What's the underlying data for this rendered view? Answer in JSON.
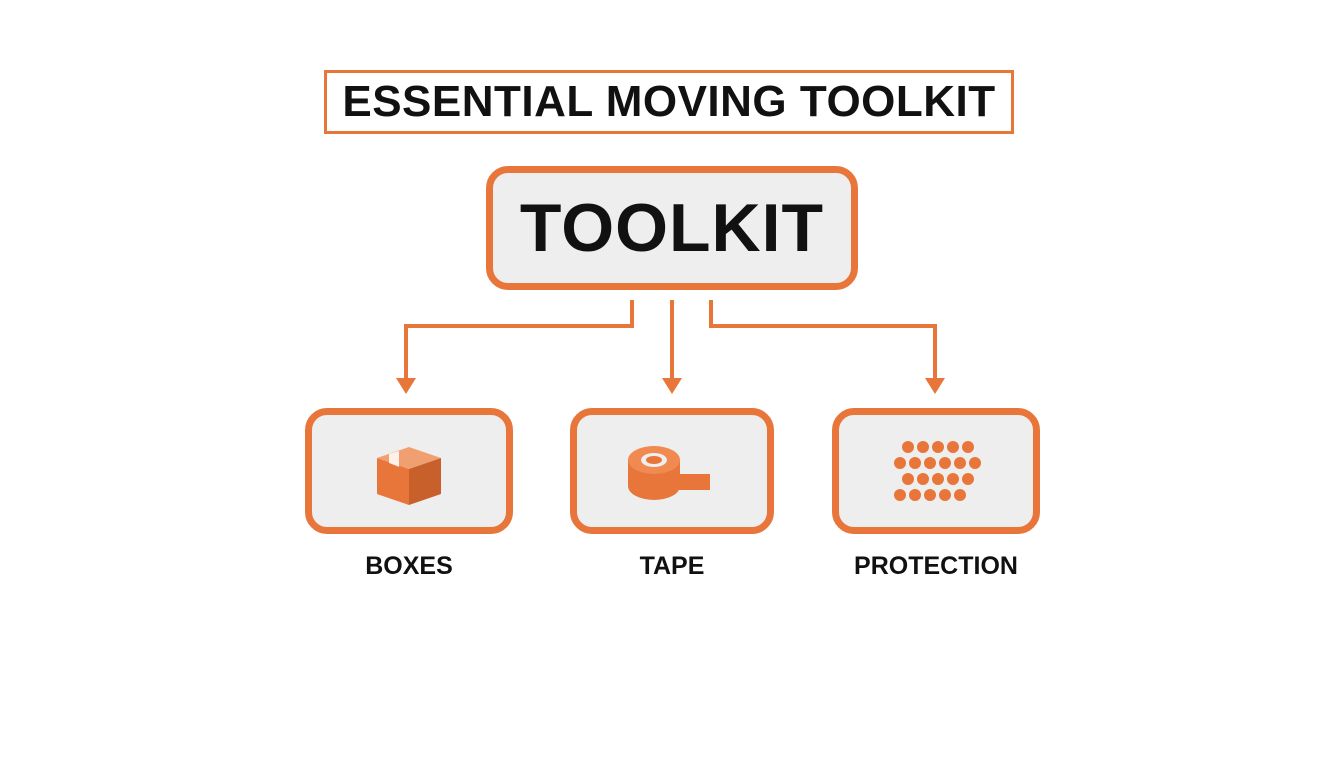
{
  "title": "ESSENTIAL MOVING TOOLKIT",
  "root": {
    "label": "TOOLKIT"
  },
  "children": [
    {
      "label": "BOXES",
      "icon": "box-icon"
    },
    {
      "label": "TAPE",
      "icon": "tape-roll-icon"
    },
    {
      "label": "PROTECTION",
      "icon": "bubble-wrap-icon"
    }
  ],
  "colors": {
    "accent": "#e8763a",
    "node_fill": "#eeeeee",
    "text": "#111111",
    "background": "#ffffff"
  }
}
